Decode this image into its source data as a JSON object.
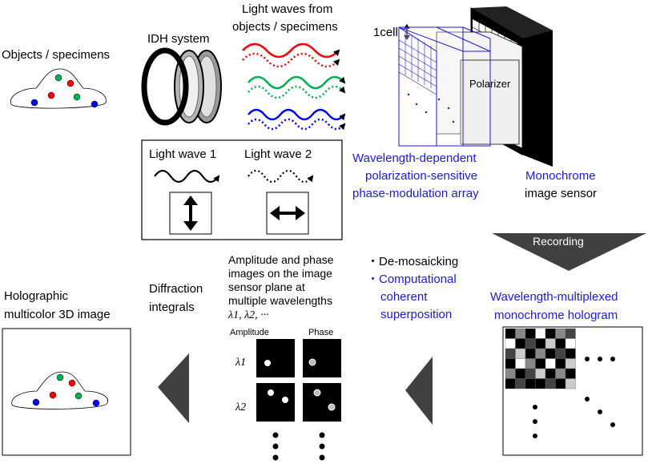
{
  "labels": {
    "objects": "Objects / specimens",
    "idh_system": "IDH system",
    "light_waves_line1": "Light waves from",
    "light_waves_line2": "objects / specimens",
    "one_cell": "1cell",
    "polarizer": "Polarizer",
    "array_line1": "Wavelength-dependent",
    "array_line2": "polarization-sensitive",
    "array_line3": "phase-modulation array",
    "sensor_line1": "Monochrome",
    "sensor_line2": "image sensor",
    "light_wave_1": "Light wave 1",
    "light_wave_2": "Light wave 2",
    "recording": "Recording",
    "amp_line1": "Amplitude and phase",
    "amp_line2": "images on the image",
    "amp_line3": "sensor plane at",
    "amp_line4": "multiple wavelengths",
    "amp_line5": "λ1, λ2, ···",
    "demosaic": "・De-mosaicking",
    "comp_line1": "・Computational",
    "comp_line2": "coherent",
    "comp_line3": "superposition",
    "holo_line1": "Wavelength-multiplexed",
    "holo_line2": "monochrome hologram",
    "diffraction_line1": "Diffraction",
    "diffraction_line2": "integrals",
    "holographic_line1": "Holographic",
    "holographic_line2": "multicolor 3D image",
    "col_amplitude": "Amplitude",
    "col_phase": "Phase",
    "lambda1": "λ1",
    "lambda2": "λ2"
  },
  "colors": {
    "blue_text": "#1a1adc",
    "red": "#ff0000",
    "green": "#00b050",
    "blue": "#0000ff",
    "dark_gray": "#404040"
  }
}
